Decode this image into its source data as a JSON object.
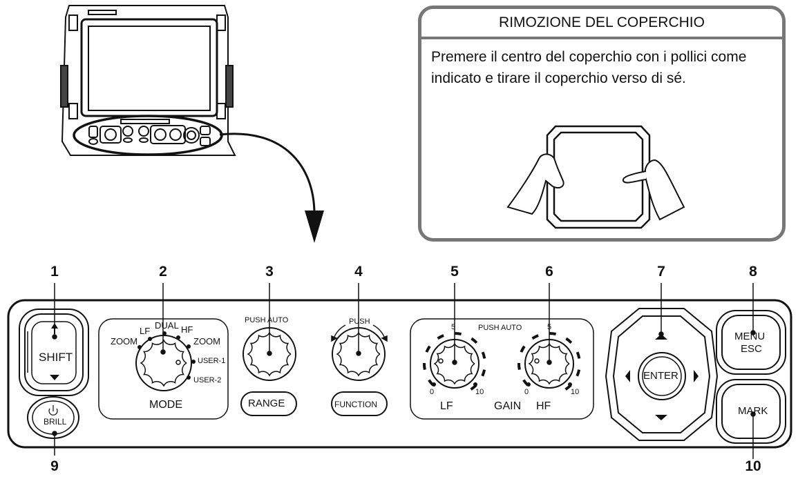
{
  "cover_removal": {
    "title": "RIMOZIONE DEL COPERCHIO",
    "text": "Premere il centro del coperchio con i pollici come indicato e tirare il coperchio verso di sé."
  },
  "callouts": [
    "1",
    "2",
    "3",
    "4",
    "5",
    "6",
    "7",
    "8",
    "9",
    "10"
  ],
  "controls": {
    "shift": "SHIFT",
    "brill": "BRILL",
    "mode": {
      "label": "MODE",
      "zoom_left": "ZOOM",
      "lf": "LF",
      "dual": "DUAL",
      "hf": "HF",
      "zoom_right": "ZOOM",
      "user1": "USER-1",
      "user2": "USER-2"
    },
    "range": {
      "push_auto": "PUSH AUTO",
      "label": "RANGE"
    },
    "function": {
      "push": "PUSH",
      "label": "FUNCTION"
    },
    "gain": {
      "push_auto": "PUSH AUTO",
      "lf_mid": "5",
      "lf_min": "0",
      "lf_max": "10",
      "hf_mid": "5",
      "hf_min": "0",
      "hf_max": "10",
      "lf": "LF",
      "gain": "GAIN",
      "hf": "HF"
    },
    "enter": "ENTER",
    "menu": "MENU",
    "esc": "ESC",
    "mark": "MARK"
  }
}
